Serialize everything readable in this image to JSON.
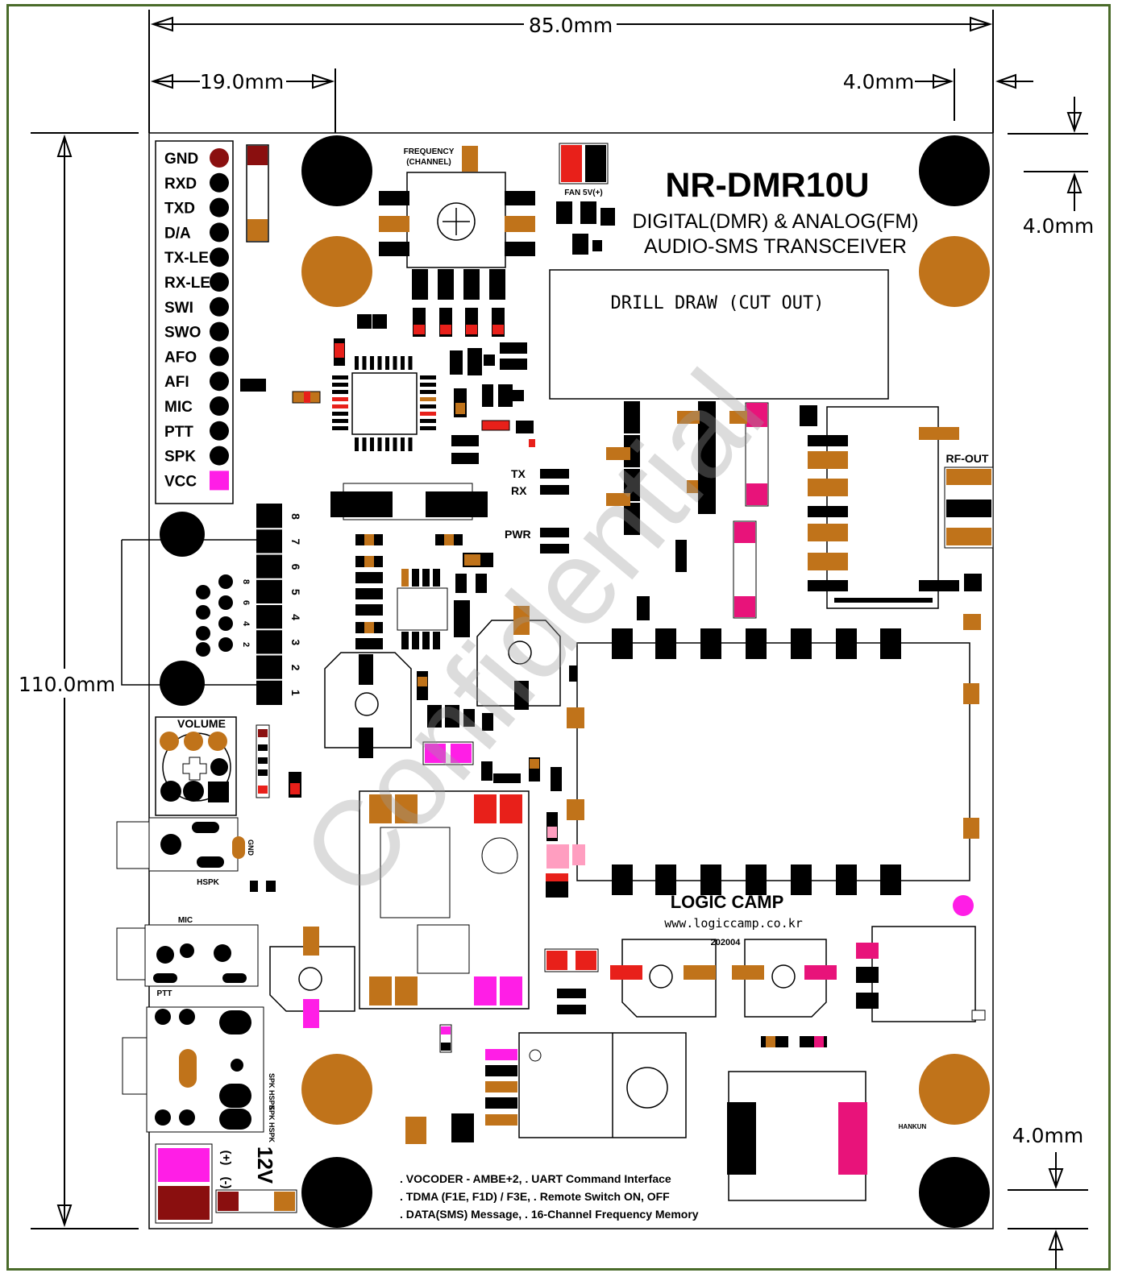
{
  "dimensions": {
    "width": "85.0mm",
    "height": "110.0mm",
    "left_offset": "19.0mm",
    "right_margin": "4.0mm",
    "top_margin": "4.0mm",
    "bottom_margin": "4.0mm"
  },
  "board": {
    "title": "NR-DMR10U",
    "subtitle_line1": "DIGITAL(DMR) & ANALOG(FM)",
    "subtitle_line2": "AUDIO-SMS TRANSCEIVER",
    "drill_label": "DRILL DRAW (CUT OUT)",
    "watermark": "Confidential",
    "frequency_label": "FREQUENCY",
    "channel_label": "(CHANNEL)",
    "fan_label": "FAN 5V(+)",
    "rf_out": "RF-OUT",
    "tx": "TX",
    "rx": "RX",
    "pwr": "PWR",
    "volume": "VOLUME",
    "hspk": "HSPK",
    "mic": "MIC",
    "ptt": "PTT",
    "gnd_small": "GND",
    "spk_hspk_1": "SPK HSPK",
    "spk_hspk_2": "SPK HSPK",
    "power_label": "12V",
    "power_plus": "(+)",
    "power_minus": "(-)",
    "brand": "LOGIC CAMP",
    "url": "www.logiccamp.co.kr",
    "date": "202004",
    "hankun": "HANKUN"
  },
  "pins": [
    "GND",
    "RXD",
    "TXD",
    "D/A",
    "TX-LE",
    "RX-LE",
    "SWI",
    "SWO",
    "AFO",
    "AFI",
    "MIC",
    "PTT",
    "SPK",
    "VCC"
  ],
  "connector_numbers": [
    "8",
    "7",
    "6",
    "5",
    "4",
    "3",
    "2",
    "1"
  ],
  "db9_numbers": [
    "8",
    "6",
    "4",
    "2"
  ],
  "features": [
    ". VOCODER - AMBE+2, . UART Command Interface",
    ". TDMA (F1E, F1D) / F3E, . Remote Switch ON, OFF",
    ". DATA(SMS) Message, . 16-Channel Frequency Memory"
  ],
  "colors": {
    "frame": "#4a6b2a",
    "copper": "#c0731a",
    "red": "#e8201a",
    "magenta": "#ff1ee6",
    "pink": "#e8137a",
    "darkred": "#8a0f0f"
  }
}
